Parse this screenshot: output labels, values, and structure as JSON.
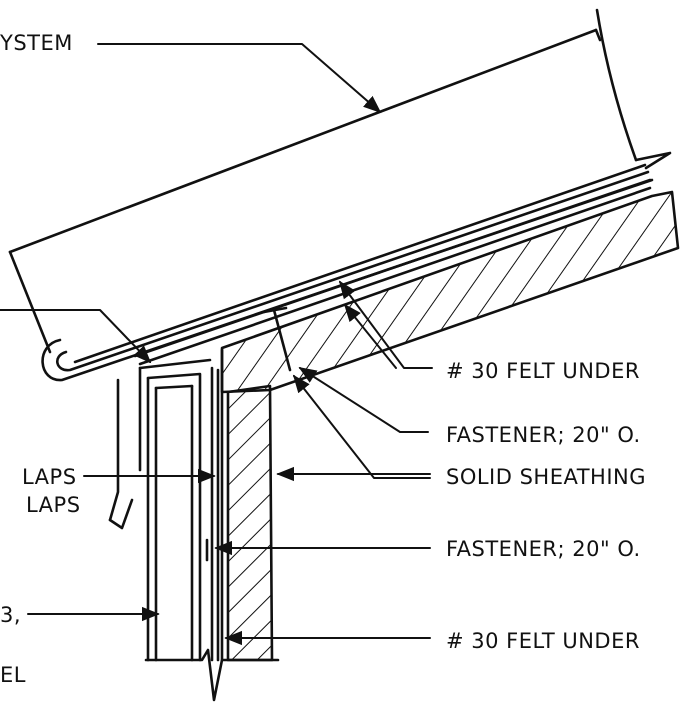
{
  "labels": {
    "system": "YSTEM",
    "felt_top": "# 30 FELT UNDER",
    "fastener_top": "FASTENER; 20\" O.",
    "sheathing": "SOLID SHEATHING",
    "laps_1": "LAPS",
    "laps_2": "LAPS",
    "fastener_bottom": "FASTENER; 20\" O.",
    "left_3": "3,",
    "felt_bottom": "# 30 FELT UNDER",
    "left_el": "EL"
  },
  "colors": {
    "ink": "#111111",
    "background": "#ffffff"
  }
}
